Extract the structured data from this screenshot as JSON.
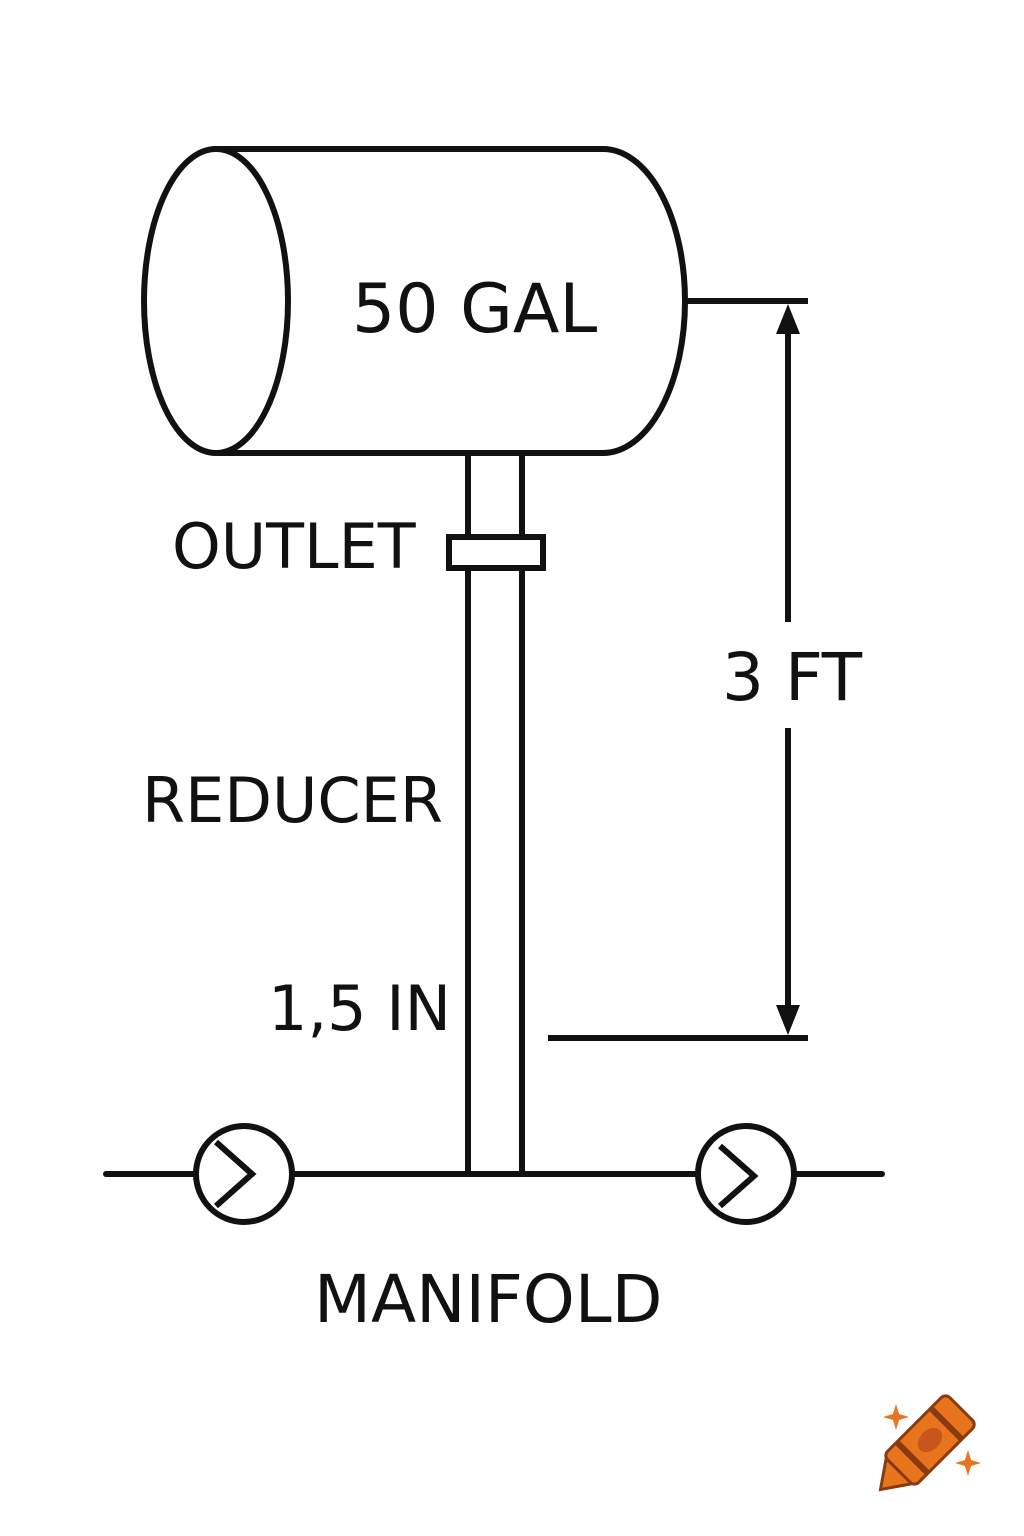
{
  "labels": {
    "tank": "50 GAL",
    "outlet": "OUTLET",
    "reducer": "REDUCER",
    "pipe_size": "1,5 IN",
    "height": "3 FT",
    "manifold": "MANIFOLD"
  },
  "colors": {
    "stroke": "#111111",
    "background": "#ffffff",
    "logo_orange": "#e8741e",
    "logo_dark": "#8a3a10",
    "sparkle": "#e8741e"
  },
  "icons": {
    "logo": "crayon-icon",
    "valves": "check-valve-icon"
  }
}
